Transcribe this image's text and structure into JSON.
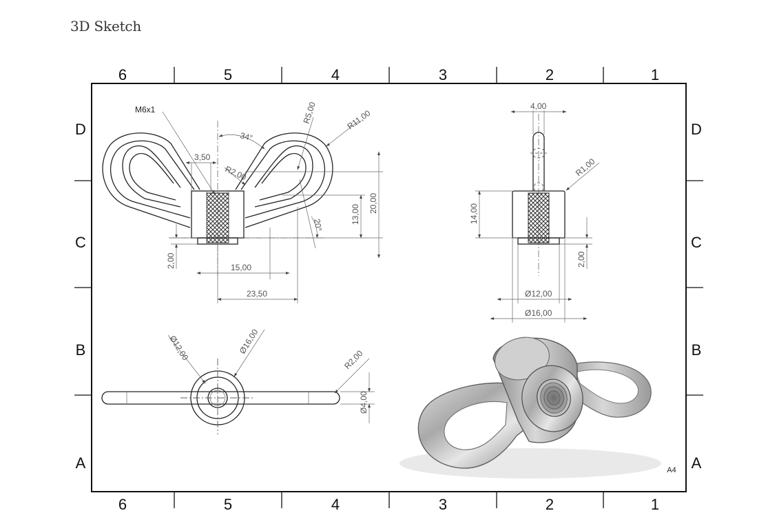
{
  "page": {
    "title": "3D Sketch"
  },
  "frame": {
    "columns_top": [
      "6",
      "5",
      "4",
      "3",
      "2",
      "1"
    ],
    "columns_bottom": [
      "6",
      "5",
      "4",
      "3",
      "2",
      "1"
    ],
    "rows_left": [
      "D",
      "C",
      "B",
      "A"
    ],
    "rows_right": [
      "D",
      "C",
      "B",
      "A"
    ],
    "sheet_size": "A4"
  },
  "front_view": {
    "thread_callout": "M6x1",
    "angle_top": "34°",
    "angle_side": "20°",
    "radius_outer_small": "R5,00",
    "radius_outer_large": "R11,00",
    "radius_inner": "R2,00",
    "dim_hub_offset": "3,50",
    "dim_height_13": "13,00",
    "dim_height_20": "20,00",
    "dim_step_2": "2,00",
    "dim_width_15": "15,00",
    "dim_width_23": "23,50"
  },
  "side_view": {
    "dim_wing_thickness": "4,00",
    "radius_fillet": "R1,00",
    "dim_hub_height": "14,00",
    "dim_step_2": "2,00",
    "dim_dia_12": "Ø12,00",
    "dim_dia_16": "Ø16,00"
  },
  "top_view": {
    "dim_dia_12": "Ø12,00",
    "dim_dia_16": "Ø16,00",
    "radius_end": "R2,00",
    "dim_dia_4": "Ø4,00"
  },
  "render": {
    "object": "stainless-steel-wing-nut"
  }
}
